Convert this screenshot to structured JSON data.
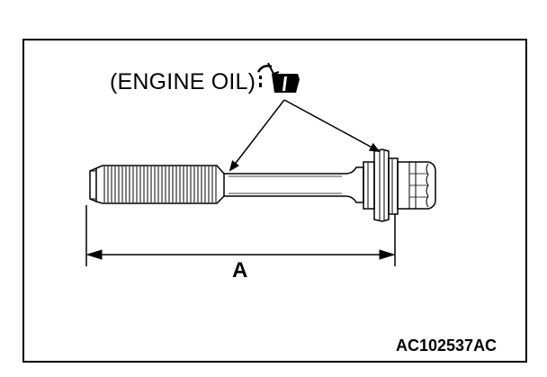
{
  "figure": {
    "lubricant_label": "(ENGINE OIL)",
    "dimension_label": "A",
    "reference_code": "AC102537AC"
  },
  "icons": {
    "lubricant_symbol": "oil-can-icon",
    "part": "bolt-icon"
  },
  "colors": {
    "line": "#000000",
    "background": "#ffffff"
  }
}
